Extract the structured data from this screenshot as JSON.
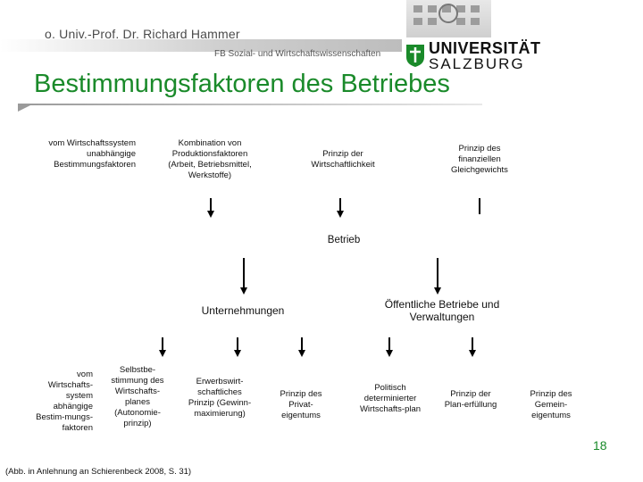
{
  "header": {
    "author": "o. Univ.-Prof. Dr. Richard Hammer",
    "faculty": "FB Sozial- und Wirtschaftswissenschaften",
    "university_line1": "UNIVERSITÄT",
    "university_line2": "SALZBURG"
  },
  "title": "Bestimmungsfaktoren des Betriebes",
  "top_factors": [
    "vom Wirtschaftssystem unabhängige Bestimmungsfaktoren",
    "Kombination von Produktionsfaktoren (Arbeit, Betriebsmittel, Werkstoffe)",
    "Prinzip der Wirtschaftlichkeit",
    "Prinzip des finanziellen Gleichgewichts"
  ],
  "center_label": "Betrieb",
  "branches": [
    "Unternehmungen",
    "Öffentliche Betriebe und Verwaltungen"
  ],
  "bottom_factors": [
    "vom Wirtschafts-system abhängige Bestim-mungs-faktoren",
    "Selbstbe-stimmung des Wirtschafts-planes (Autonomie-prinzip)",
    "Erwerbswirt-schaftliches Prinzip (Gewinn-maximierung)",
    "Prinzip des Privat-eigentums",
    "Politisch determinierter Wirtschafts-plan",
    "Prinzip der Plan-erfüllung",
    "Prinzip des Gemein-eigentums"
  ],
  "page_number": "18",
  "source": "(Abb. in Anlehnung an Schierenbeck 2008, S. 31)",
  "colors": {
    "title": "#1a8a2a",
    "page_number": "#1a8a2a"
  }
}
